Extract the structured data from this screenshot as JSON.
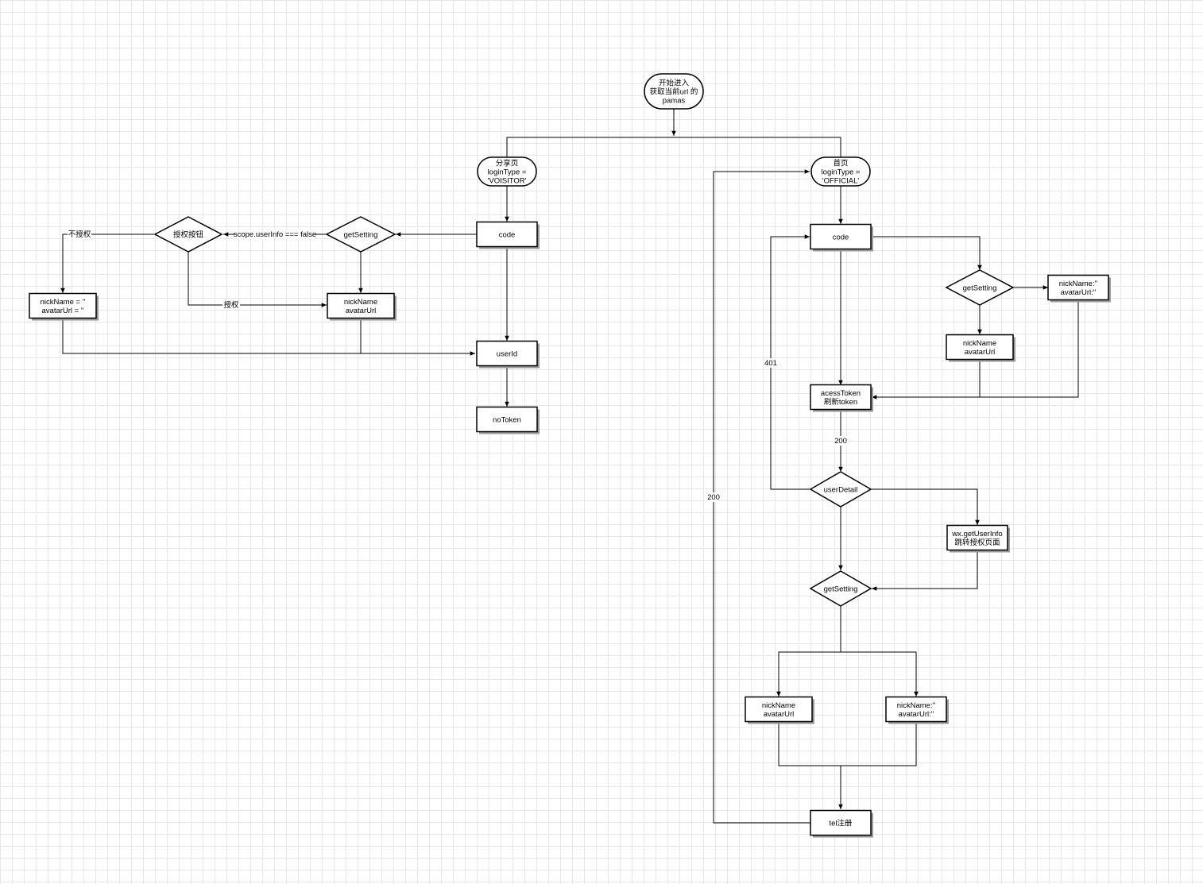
{
  "nodes": {
    "start": [
      "开始进入",
      "获取当前url 的",
      "pamas"
    ],
    "share_page": [
      "分享页",
      "loginType =",
      "'VOISITOR'"
    ],
    "home_page": [
      "首页",
      "loginType =",
      "'OFFICIAL'"
    ],
    "code_left": [
      "code"
    ],
    "getsetting_left": [
      "getSetting"
    ],
    "auth_button": [
      "授权按钮"
    ],
    "empty_profile_left": [
      "nickName = ''",
      "avatarUrl = ''"
    ],
    "profile_left": [
      "nickName",
      "avatarUrl"
    ],
    "userid": [
      "userId"
    ],
    "notoken": [
      "noToken"
    ],
    "code_right": [
      "code"
    ],
    "getsetting_right_top": [
      "getSetting"
    ],
    "empty_profile_right_top": [
      "nickName:''",
      "avatarUrl:''"
    ],
    "profile_right_top": [
      "nickName",
      "avatarUrl"
    ],
    "access_token": [
      "acessToken",
      "刷新token"
    ],
    "user_detail": [
      "userDetail"
    ],
    "wx_getuserinfo": [
      "wx.getUserInfo",
      "跳转授权页面"
    ],
    "getsetting_right_bottom": [
      "getSetting"
    ],
    "profile_right_bottom": [
      "nickName",
      "avatarUrl"
    ],
    "empty_profile_right_bottom": [
      "nickName:''",
      "avatarUrl:''"
    ],
    "tel_register": [
      "tel注册"
    ]
  },
  "edge_labels": {
    "scope_false": "scope.userInfo === false",
    "not_authorized": "不授权",
    "authorized": "授权",
    "code_401": "401",
    "token_200": "200",
    "tel_200": "200"
  },
  "colors": {
    "stroke": "#000000",
    "fill": "#ffffff",
    "shadow": "#9a9a9a",
    "grid": "#e6e6e6"
  }
}
